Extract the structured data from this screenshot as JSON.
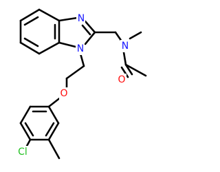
{
  "molecule": {
    "atoms": {
      "N_imine": {
        "text": "N",
        "color": "#1515ff"
      },
      "N_ring": {
        "text": "N",
        "color": "#1515ff"
      },
      "N_amide": {
        "text": "N",
        "color": "#1515ff"
      },
      "O_carbonyl": {
        "text": "O",
        "color": "#ff0d0d"
      },
      "O_ether": {
        "text": "O",
        "color": "#ff0d0d"
      },
      "Cl": {
        "text": "Cl",
        "color": "#1fc01f"
      }
    },
    "bond_color": "#000000",
    "background": "#ffffff"
  }
}
